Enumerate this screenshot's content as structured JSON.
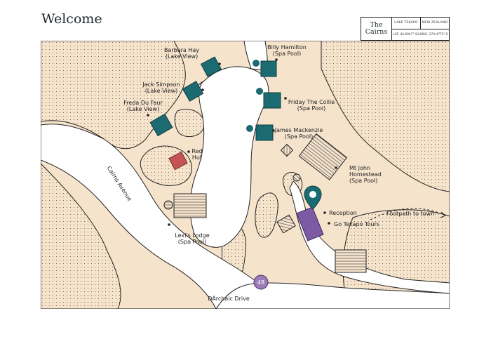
{
  "page": {
    "title": "Welcome"
  },
  "info_box": {
    "brand_line1": "The",
    "brand_line2": "Cairns",
    "location": "LAKE TEKAPO",
    "country": "NEW ZEALAND",
    "coordinates": "LAT: 44.0047° S/LONG: 170.4772° E"
  },
  "colors": {
    "background_land": "#f5e3cc",
    "dotted_areas": "#f5e3cc",
    "road": "#ffffff",
    "cabin_teal": "#1d6b72",
    "red_hut": "#c45555",
    "reception_purple": "#7d5aa3",
    "marker_teal": "#1a6b74",
    "road_marker": "#9b7bb8"
  },
  "labels": {
    "barbara_hay": [
      "Barbara Hay",
      "(Lake View)"
    ],
    "billy_hamilton": [
      "Billy Hamilton",
      "(Spa Pool)"
    ],
    "jack_simpson": [
      "Jack Simpson",
      "(Lake View)"
    ],
    "friday_the_collie": [
      "Friday The Collie",
      "(Spa Pool)"
    ],
    "freda_du_faur": [
      "Freda Du Faur",
      "(Lake View)"
    ],
    "james_mackenzie": [
      "James Mackenzie",
      "(Spa Pool)"
    ],
    "red_hut": [
      "Red",
      "Hut"
    ],
    "mt_john": [
      "Mt John",
      "Homestead",
      "(Spa Pool)"
    ],
    "lexis_lodge": [
      "Lexi's Lodge",
      "(Spa Pool)"
    ],
    "reception": "Reception",
    "go_tekapo": "Go Tekapo Tours",
    "footpath": "Footpath to town",
    "cairns_avenue": "Cairns Avenue",
    "archaic_drive": "DÁrchaic Drive",
    "road_number": "48"
  },
  "icons": {
    "location_marker": "map-pin-icon",
    "road_marker": "road-number-badge"
  }
}
